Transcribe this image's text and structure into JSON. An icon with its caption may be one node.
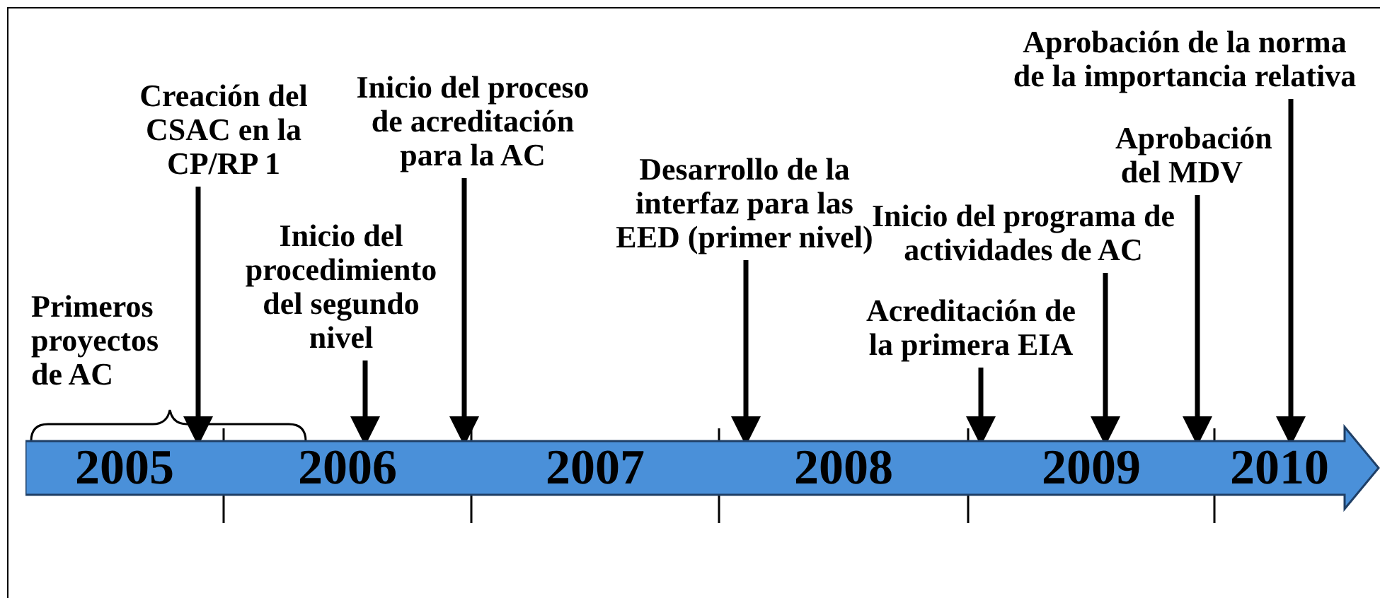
{
  "diagram": {
    "nodes": [
      {
        "text": [],
        "shape": "arrow"
      },
      {
        "text": [
          "2005"
        ],
        "in": 0
      },
      {
        "text": [
          "2006"
        ],
        "in": 0
      },
      {
        "text": [
          "2007"
        ],
        "in": 0
      },
      {
        "text": [
          "2008"
        ],
        "in": 0
      },
      {
        "text": [
          "2009"
        ],
        "in": 0
      },
      {
        "text": [
          "2010"
        ],
        "in": 0
      },
      {
        "text": [
          "Creación del CSAC en la CP/RP 1"
        ]
      },
      {
        "text": [
          "Inicio del proceso de acreditación para la AC"
        ]
      },
      {
        "text": [
          "Inicio del procedimiento del segundo nivel"
        ]
      },
      {
        "text": [
          "Desarrollo de la interfaz para las EED (primer nivel)"
        ]
      },
      {
        "text": [
          "Aprobación de la norma de la importancia relativa"
        ]
      },
      {
        "text": [
          "Aprobación del MDV"
        ]
      },
      {
        "text": [
          "Inicio del programa de actividades de AC"
        ]
      },
      {
        "text": [
          "Acreditación de la primera EIA"
        ]
      }
    ],
    "edges": [
      {
        "from": 7,
        "to": 1,
        "arrow": "to"
      },
      {
        "from": 8,
        "to": 2,
        "arrow": "to"
      },
      {
        "from": 9,
        "to": 2,
        "arrow": "to"
      },
      {
        "from": 10,
        "to": 4,
        "arrow": "to"
      },
      {
        "from": 11,
        "to": 6,
        "arrow": "to"
      },
      {
        "from": 12,
        "to": 5,
        "arrow": "to"
      },
      {
        "from": 13,
        "to": 5,
        "arrow": "to"
      },
      {
        "from": 14,
        "to": 5,
        "arrow": "to"
      }
    ],
    "labels": [
      "Primeros proyectos de AC"
    ]
  }
}
